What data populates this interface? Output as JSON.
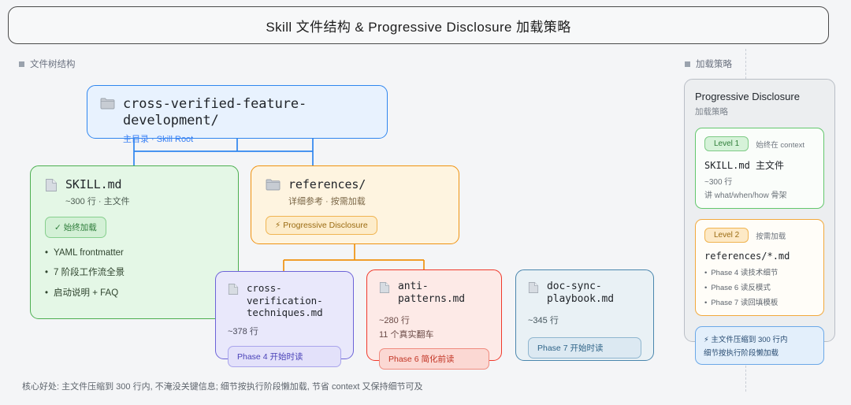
{
  "title": "Skill 文件结构 & Progressive Disclosure 加载策略",
  "sections": {
    "tree_header": "文件树结构",
    "strategy_header": "加载策略"
  },
  "tree": {
    "root": {
      "icon": "folder-icon",
      "name": "cross-verified-feature-development/",
      "subtitle": "主目录 · Skill Root",
      "color": "#2f86ef"
    },
    "skill_md": {
      "icon": "file-icon",
      "name": "SKILL.md",
      "subtitle": "~300 行 · 主文件",
      "badge": "✓ 始终加载",
      "bullets": [
        "YAML frontmatter",
        "7 阶段工作流全景",
        "启动说明 + FAQ"
      ],
      "color": "#4caf50"
    },
    "references": {
      "icon": "folder-icon",
      "name": "references/",
      "subtitle": "详细参考 · 按需加载",
      "badge": "⚡ Progressive Disclosure",
      "color": "#f0920f"
    },
    "leaves": [
      {
        "icon": "file-icon",
        "name": "cross-verification-techniques.md",
        "lines": "~378 行",
        "extra": "",
        "badge": "Phase 4 开始时读",
        "color": "#6c63d8"
      },
      {
        "icon": "file-icon",
        "name": "anti-patterns.md",
        "lines": "~280 行",
        "extra": "11 个真实翻车",
        "badge": "Phase 6 简化前读",
        "color": "#f0392b"
      },
      {
        "icon": "file-icon",
        "name": "doc-sync-playbook.md",
        "lines": "~345 行",
        "extra": "",
        "badge": "Phase 7 开始时读",
        "color": "#4a86ad"
      }
    ]
  },
  "panel": {
    "title": "Progressive Disclosure",
    "subtitle": "加载策略",
    "levels": [
      {
        "level_label": "Level 1",
        "trigger": "始终在 context",
        "heading": "SKILL.md 主文件",
        "line1": "~300 行",
        "line2": "讲 what/when/how 骨架",
        "color": "#63c76d",
        "bullets": []
      },
      {
        "level_label": "Level 2",
        "trigger": "按需加载",
        "heading": "references/*.md",
        "line1": "",
        "line2": "",
        "color": "#f2a93c",
        "bullets": [
          "Phase 4 读技术细节",
          "Phase 6 读反模式",
          "Phase 7 读回填模板"
        ]
      }
    ],
    "callout": {
      "icon": "lightning-icon",
      "line1": "主文件压缩到 300 行内",
      "line2": "细节按执行阶段懒加载"
    }
  },
  "footer": "核心好处: 主文件压缩到 300 行内, 不淹没关键信息; 细节按执行阶段懒加载, 节省 context 又保持细节可及"
}
